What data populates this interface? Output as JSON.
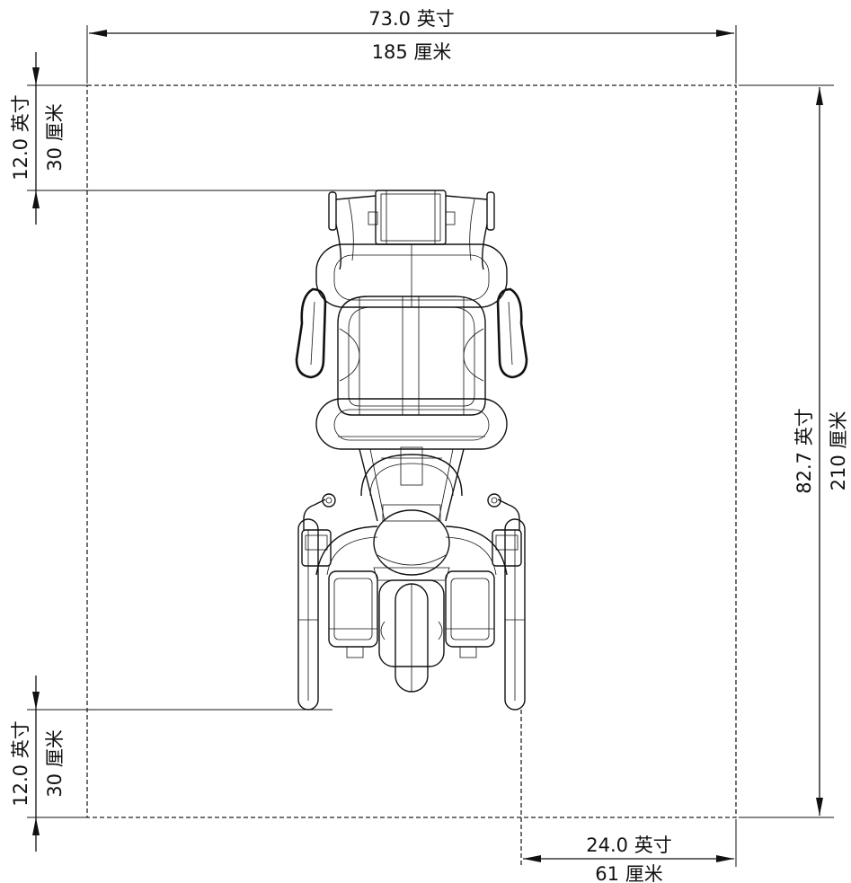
{
  "dimensions": {
    "top_width": {
      "imperial": "73.0 英寸",
      "metric": "185 厘米"
    },
    "right_depth": {
      "imperial": "82.7 英寸",
      "metric": "210 厘米"
    },
    "top_clearance": {
      "imperial": "12.0 英寸",
      "metric": "30 厘米"
    },
    "bottom_clearance": {
      "imperial": "12.0 英寸",
      "metric": "30 厘米"
    },
    "side_clearance": {
      "imperial": "24.0 英寸",
      "metric": "61 厘米"
    }
  }
}
